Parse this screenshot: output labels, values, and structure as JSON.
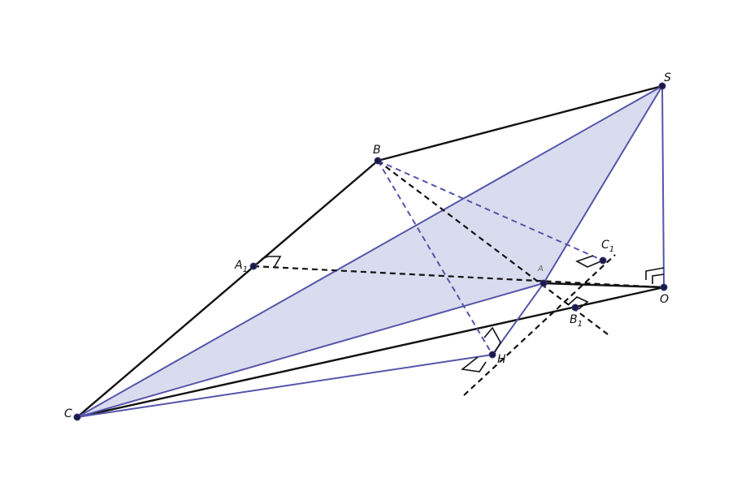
{
  "colors": {
    "background": "#ffffff",
    "black_edges": "#111111",
    "blue_edges": "#5555aa",
    "face_fill": "#d9dcee",
    "point": "#1a1a4a"
  },
  "labels": {
    "S": {
      "main": "S",
      "sub": ""
    },
    "B": {
      "main": "B",
      "sub": ""
    },
    "C1": {
      "main": "C",
      "sub": "1"
    },
    "A1": {
      "main": "A",
      "sub": "1"
    },
    "A": {
      "main": "A",
      "sub": ""
    },
    "O": {
      "main": "O",
      "sub": ""
    },
    "B1": {
      "main": "B",
      "sub": "1"
    },
    "H": {
      "main": "H",
      "sub": ""
    },
    "C": {
      "main": "C",
      "sub": ""
    }
  }
}
